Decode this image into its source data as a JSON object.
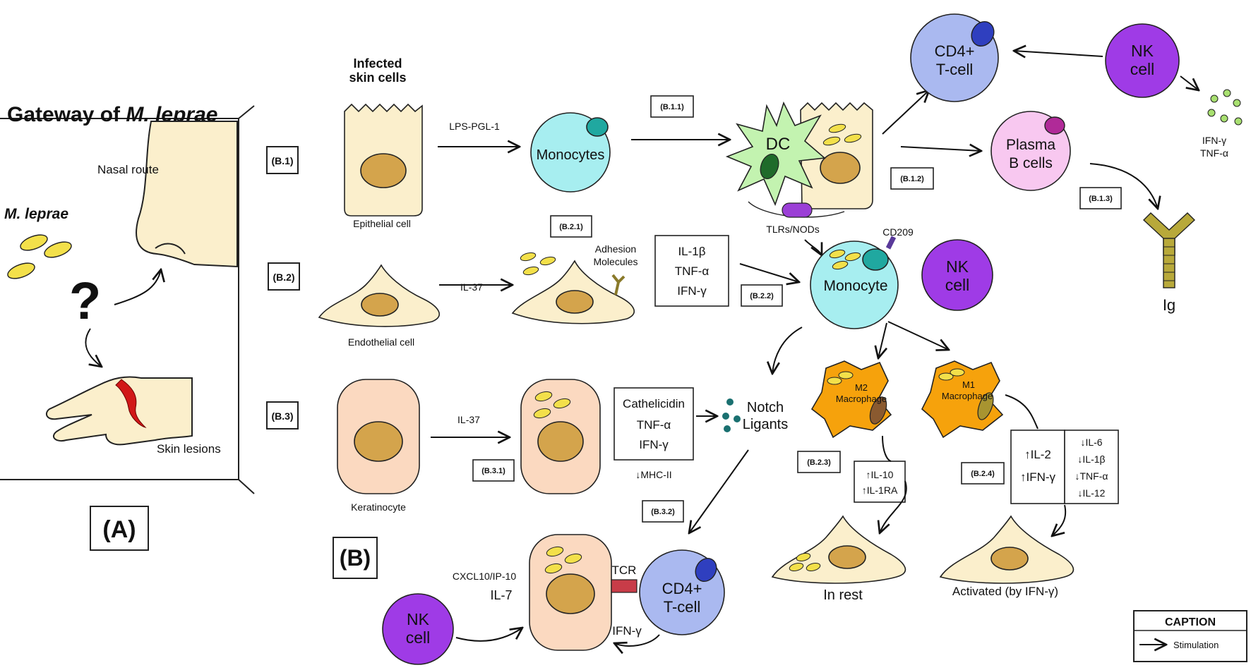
{
  "panel_a": {
    "title_prefix": "Gateway of ",
    "title_species": "M. leprae",
    "species_label": "M. leprae",
    "question": "?",
    "nasal_label": "Nasal route",
    "skin_label": "Skin lesions",
    "panel_label": "(A)"
  },
  "panel_b": {
    "panel_label": "(B)",
    "infected_title_1": "Infected",
    "infected_title_2": "skin cells",
    "tags": {
      "b1": "(B.1)",
      "b2": "(B.2)",
      "b3": "(B.3)",
      "b11": "(B.1.1)",
      "b12": "(B.1.2)",
      "b13": "(B.1.3)",
      "b21": "(B.2.1)",
      "b22": "(B.2.2)",
      "b23": "(B.2.3)",
      "b24": "(B.2.4)",
      "b31": "(B.3.1)",
      "b32": "(B.3.2)"
    },
    "labels": {
      "epithelial": "Epithelial cell",
      "endothelial": "Endothelial cell",
      "keratinocyte": "Keratinocyte",
      "lps": "LPS-PGL-1",
      "monocytes": "Monocytes",
      "monocyte": "Monocyte",
      "dc": "DC",
      "tlrs": "TLRs/NODs",
      "cd209": "CD209",
      "cd4_1": "CD4+",
      "cd4_2": "T-cell",
      "nk_1": "NK",
      "nk_2": "cell",
      "plasma_1": "Plasma",
      "plasma_2": "B cells",
      "ig": "Ig",
      "ifn_top": "IFN-γ",
      "tnf_top": "TNF-α",
      "il37_a": "IL-37",
      "il37_b": "IL-37",
      "adhesion_1": "Adhesion",
      "adhesion_2": "Molecules",
      "cyto_il1b": "IL-1β",
      "cyto_tnf": "TNF-α",
      "cyto_ifn": "IFN-γ",
      "cath": "Cathelicidin",
      "cath_tnf": "TNF-α",
      "cath_ifn": "IFN-γ",
      "mhc": "↓MHC-II",
      "notch_1": "Notch",
      "notch_2": "Ligants",
      "m2_1": "M2",
      "m2_2": "Macrophage",
      "m1_1": "M1",
      "m1_2": "Macrophage",
      "il10": "↑IL-10",
      "il1ra": "↑IL-1RA",
      "il2": "↑IL-2",
      "ifn_up": "↑IFN-γ",
      "il6": "↓IL-6",
      "il1b_down": "↓IL-1β",
      "tnf_down": "↓TNF-α",
      "il12": "↓IL-12",
      "in_rest": "In rest",
      "activated": "Activated (by IFN-γ)",
      "cxcl10": "CXCL10/IP-10",
      "il7": "IL-7",
      "tcr": "TCR",
      "ifn_bottom": "IFN-γ"
    }
  },
  "caption": {
    "title": "CAPTION",
    "stimulation": "Stimulation"
  }
}
